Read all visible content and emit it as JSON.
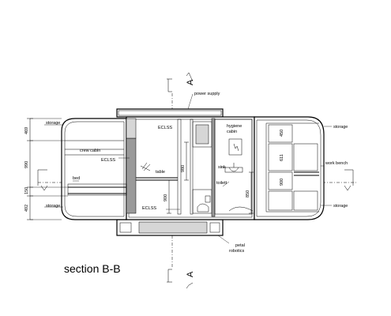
{
  "title": "section B-B",
  "section_marks": {
    "top": "A",
    "bottom": "A"
  },
  "labels": {
    "power_supply": "power supply",
    "storage_tl": "storage",
    "crew_cabin": "crew cabin",
    "eclss_left": "ECLSS",
    "table": "table",
    "bed": "bed",
    "storage_bl": "storage",
    "eclss_top": "ECLSS",
    "eclss_bottom": "ECLSS",
    "hygiene_cabin": "hygiene\ncabin",
    "sink": "sink",
    "toilett": "toilett",
    "petal_robotics": "petal\nrobotics",
    "storage_tr": "storage",
    "work_bench": "work bench",
    "storage_br": "storage"
  },
  "dimensions": {
    "left_1": "469",
    "left_2": "990",
    "left_3": "150",
    "left_4": "492",
    "mid_1": "980",
    "mid_2": "900",
    "hyg_1": "850",
    "right_1": "450",
    "right_2": "611",
    "right_3": "900"
  }
}
